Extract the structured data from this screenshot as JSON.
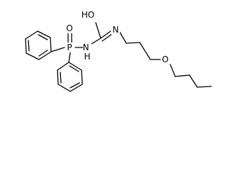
{
  "molecule": {
    "atoms": {
      "hydroxyl": "HO",
      "imine_n": "N",
      "phosphoryl_o": "O",
      "phosphorus": "P",
      "amide_nh": "N\nH",
      "ether_o": "O"
    }
  }
}
